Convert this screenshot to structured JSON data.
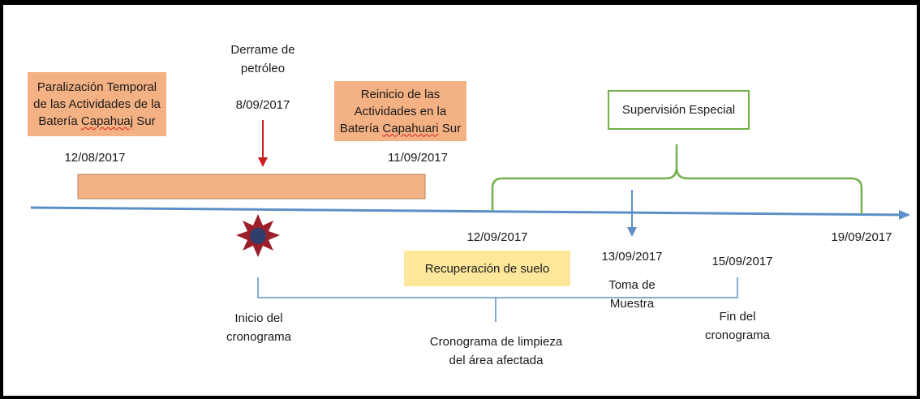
{
  "colors": {
    "axis": "#5b8fc7",
    "arrow_down": "#5b8fc7",
    "event_arrow": "#cc1f1f",
    "orange_fill": "#f4b183",
    "orange_border": "#b9815c",
    "green": "#72b04a",
    "yellow_fill": "#fde79b",
    "schedule_line": "#5b8fc7",
    "burst_outer": "#9b1f2a",
    "burst_inner": "#2f3f6b"
  },
  "paralization_box": {
    "line1": "Paralización Temporal",
    "line2": "de las Actividades de la",
    "line3_a": "Batería ",
    "line3_b": "Capahuaj",
    "line3_c": " Sur"
  },
  "reinicio_box": {
    "line1": "Reinicio de las",
    "line2": "Actividades en la",
    "line3_a": "Batería ",
    "line3_b": "Capahuari",
    "line3_c": " Sur"
  },
  "spill": {
    "line1": "Derrame de",
    "line2": "petróleo",
    "date": "8/09/2017",
    "burst_icon": "explosion-icon"
  },
  "supervision": {
    "label": "Supervisión Especial"
  },
  "recovery": {
    "label": "Recuperación de suelo"
  },
  "dates": {
    "d1": "12/08/2017",
    "d2": "11/09/2017",
    "d3": "12/09/2017",
    "d4": "13/09/2017",
    "d5": "15/09/2017",
    "d6": "19/09/2017"
  },
  "sample": {
    "line1": "Toma de",
    "line2": "Muestra"
  },
  "schedule": {
    "start_line1": "Inicio del",
    "start_line2": "cronograma",
    "middle_line1": "Cronograma de limpieza",
    "middle_line2": "del área afectada",
    "end_line1": "Fin del",
    "end_line2": "cronograma"
  }
}
